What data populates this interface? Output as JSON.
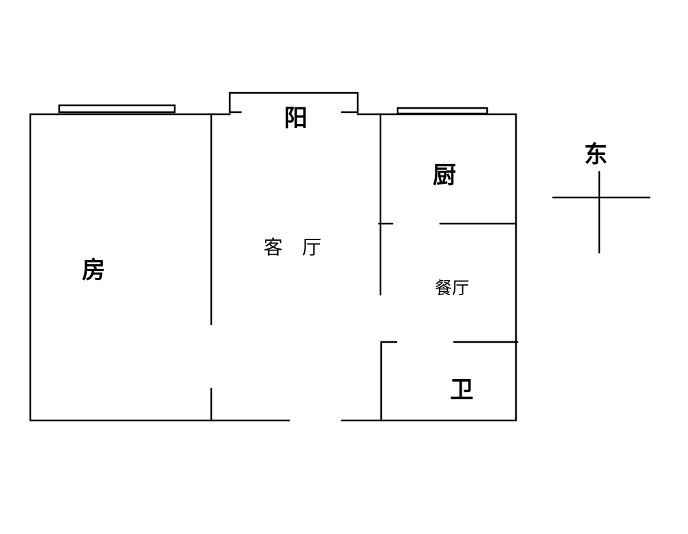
{
  "rooms": {
    "bedroom": "房",
    "balcony": "阳",
    "living_room": "客　厅",
    "kitchen": "厨",
    "dining_room": "餐厅",
    "bathroom": "卫"
  },
  "compass": {
    "direction": "东"
  }
}
